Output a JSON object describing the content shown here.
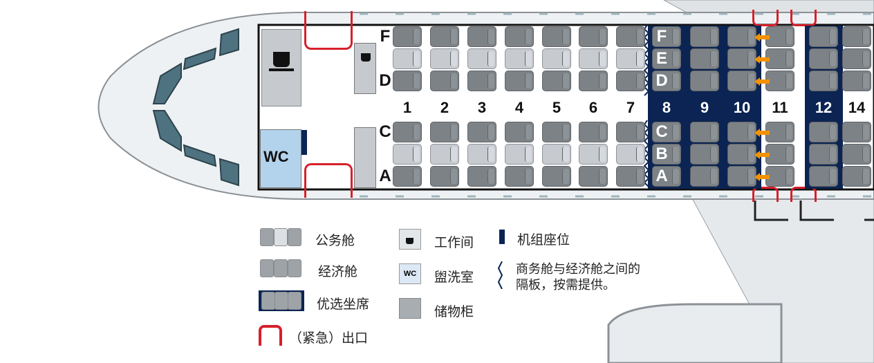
{
  "seat_letters_top": [
    "F",
    "E",
    "D"
  ],
  "seat_letters_bottom": [
    "C",
    "B",
    "A"
  ],
  "rows": [
    {
      "num": "1",
      "cabin": "business",
      "preferred": false,
      "exit": false
    },
    {
      "num": "2",
      "cabin": "business",
      "preferred": false,
      "exit": false
    },
    {
      "num": "3",
      "cabin": "business",
      "preferred": false,
      "exit": false
    },
    {
      "num": "4",
      "cabin": "business",
      "preferred": false,
      "exit": false
    },
    {
      "num": "5",
      "cabin": "business",
      "preferred": false,
      "exit": false
    },
    {
      "num": "6",
      "cabin": "business",
      "preferred": false,
      "exit": false
    },
    {
      "num": "7",
      "cabin": "business",
      "preferred": false,
      "exit": false
    },
    {
      "num": "8",
      "cabin": "economy",
      "preferred": true,
      "exit": false
    },
    {
      "num": "9",
      "cabin": "economy",
      "preferred": true,
      "exit": false
    },
    {
      "num": "10",
      "cabin": "economy",
      "preferred": true,
      "exit": false
    },
    {
      "num": "11",
      "cabin": "economy",
      "preferred": false,
      "exit": true
    },
    {
      "num": "12",
      "cabin": "economy",
      "preferred": true,
      "exit": false
    },
    {
      "num": "14",
      "cabin": "economy",
      "preferred": false,
      "exit": false
    }
  ],
  "facilities": {
    "wc": "WC"
  },
  "legend": {
    "business": "公务舱",
    "economy": "经济舱",
    "preferred": "优选坐席",
    "exit": "（紧急）出口",
    "galley": "工作间",
    "lavatory": "盥洗室",
    "lavatory_icon": "WC",
    "storage": "储物柜",
    "crew_seat": "机组座位",
    "divider_line1": "商务舱与经济舱之间的",
    "divider_line2": "隔板，按需提供。"
  },
  "colors": {
    "preferred": "#0b2453",
    "exit": "#d71f2b",
    "arrow": "#f39200",
    "wc": "#b3d3ec"
  }
}
